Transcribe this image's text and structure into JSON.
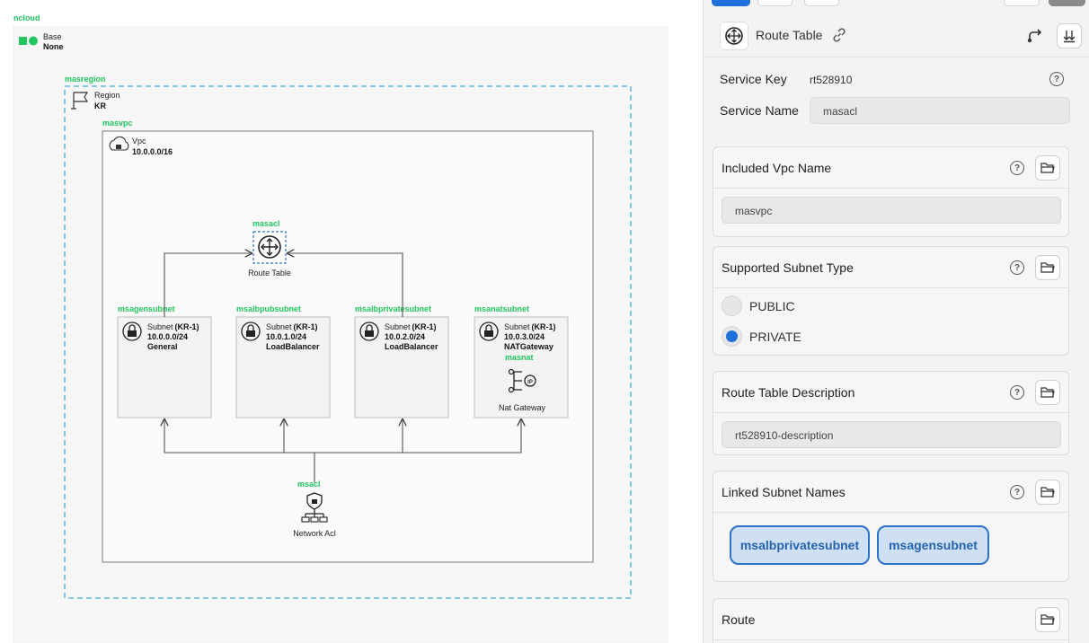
{
  "diagram": {
    "root_name": "ncloud",
    "base": {
      "label": "Base",
      "value": "None"
    },
    "region": {
      "name": "masregion",
      "label": "Region",
      "value": "KR"
    },
    "vpc": {
      "name": "masvpc",
      "label": "Vpc",
      "cidr": "10.0.0.0/16"
    },
    "route_table": {
      "name": "masacl",
      "label": "Route Table"
    },
    "subnets": [
      {
        "name": "msagensubnet",
        "prefix": "Subnet",
        "zone": "(KR-1)",
        "cidr": "10.0.0.0/24",
        "type": "General"
      },
      {
        "name": "msalbpubsubnet",
        "prefix": "Subnet",
        "zone": "(KR-1)",
        "cidr": "10.0.1.0/24",
        "type": "LoadBalancer"
      },
      {
        "name": "msalbprivatesubnet",
        "prefix": "Subnet",
        "zone": "(KR-1)",
        "cidr": "10.0.2.0/24",
        "type": "LoadBalancer"
      },
      {
        "name": "msanatsubnet",
        "prefix": "Subnet",
        "zone": "(KR-1)",
        "cidr": "10.0.3.0/24",
        "type": "NATGateway"
      }
    ],
    "nat": {
      "name": "masnat",
      "label": "Nat Gateway"
    },
    "network_acl": {
      "name": "msacl",
      "label": "Network Acl"
    }
  },
  "panel": {
    "header": {
      "title": "Route Table",
      "icon": "route-table-icon"
    },
    "service_key_label": "Service Key",
    "service_key_value": "rt528910",
    "service_name_label": "Service Name",
    "service_name_value": "masacl",
    "vpc_card": {
      "title": "Included Vpc Name",
      "value": "masvpc"
    },
    "subnet_type_card": {
      "title": "Supported Subnet Type",
      "options": [
        "PUBLIC",
        "PRIVATE"
      ],
      "selected": "PRIVATE"
    },
    "description_card": {
      "title": "Route Table Description",
      "value": "rt528910-description"
    },
    "linked_card": {
      "title": "Linked Subnet Names",
      "chips": [
        "msalbprivatesubnet",
        "msagensubnet"
      ]
    },
    "route_card": {
      "title": "Route"
    },
    "colors": {
      "accent": "#1e6fd9",
      "green_label": "#22c55e",
      "chip_bg": "#cfe0f4",
      "chip_border": "#2d73c9"
    }
  }
}
